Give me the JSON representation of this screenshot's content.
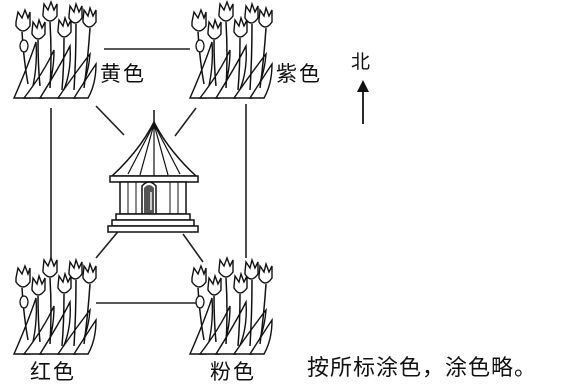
{
  "flowerbeds": {
    "yellow": "黄色",
    "purple": "紫色",
    "red": "红色",
    "pink": "粉色"
  },
  "compass": {
    "north_label": "北"
  },
  "note": "按所标涂色，涂色略。"
}
